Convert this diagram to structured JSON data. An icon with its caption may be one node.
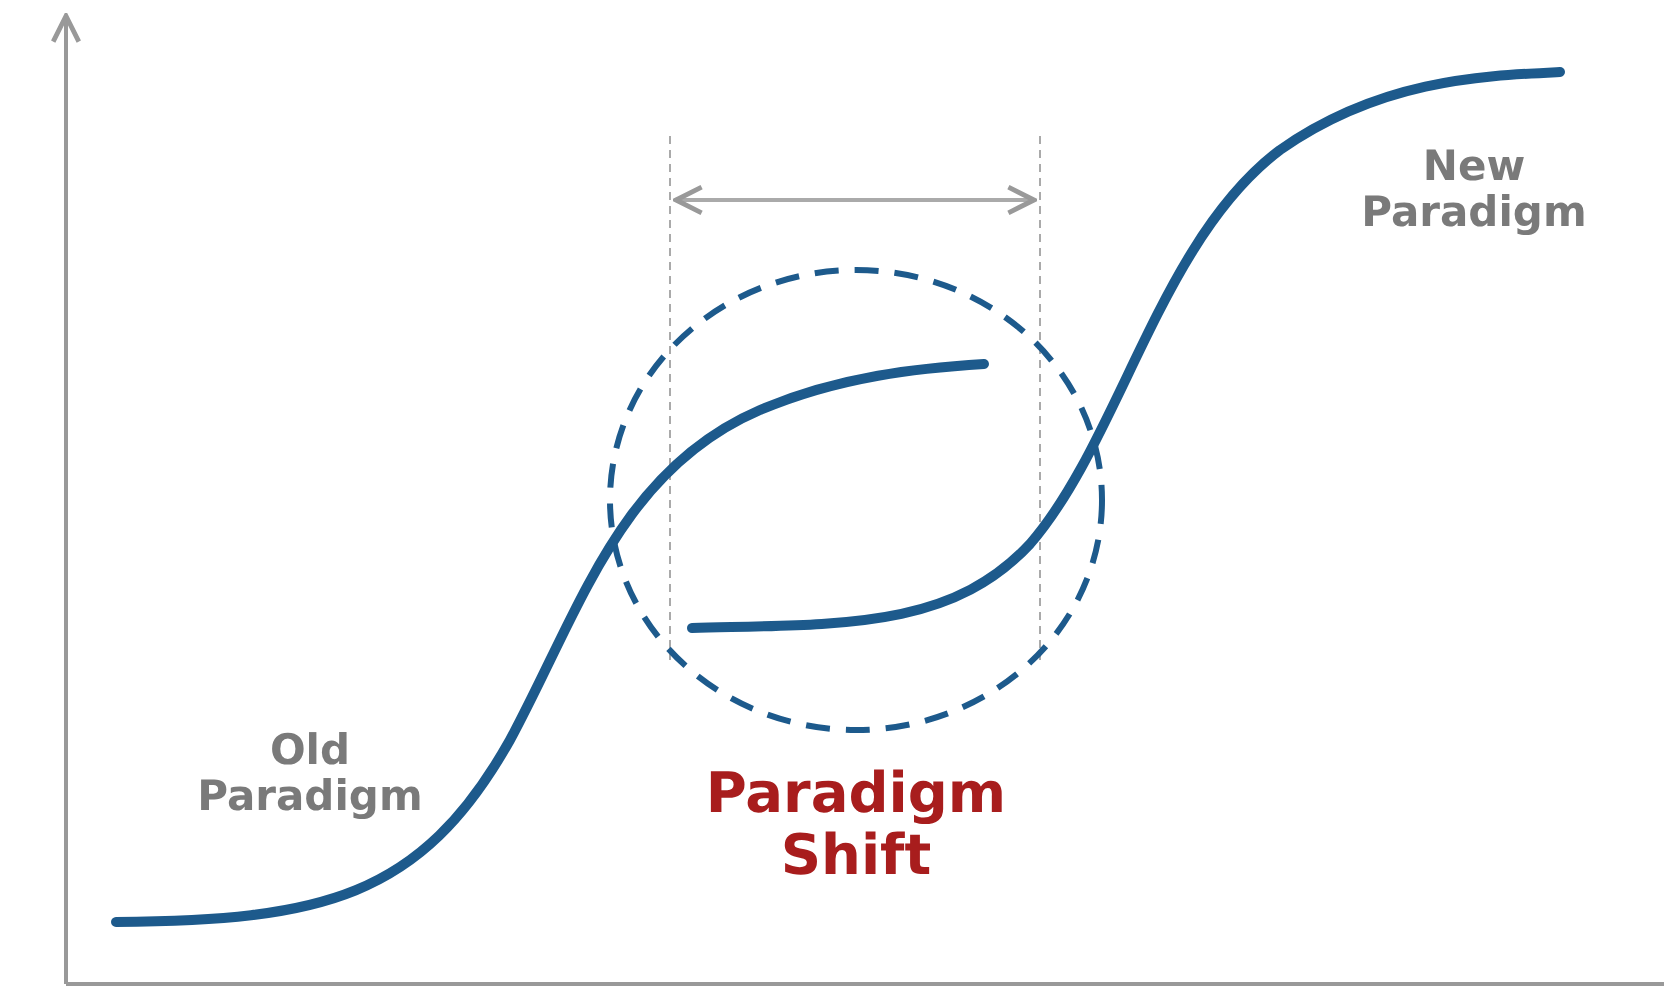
{
  "diagram": {
    "labels": [
      "New Paradigm",
      "Old Paradigm",
      "Paradigm Shift"
    ]
  }
}
